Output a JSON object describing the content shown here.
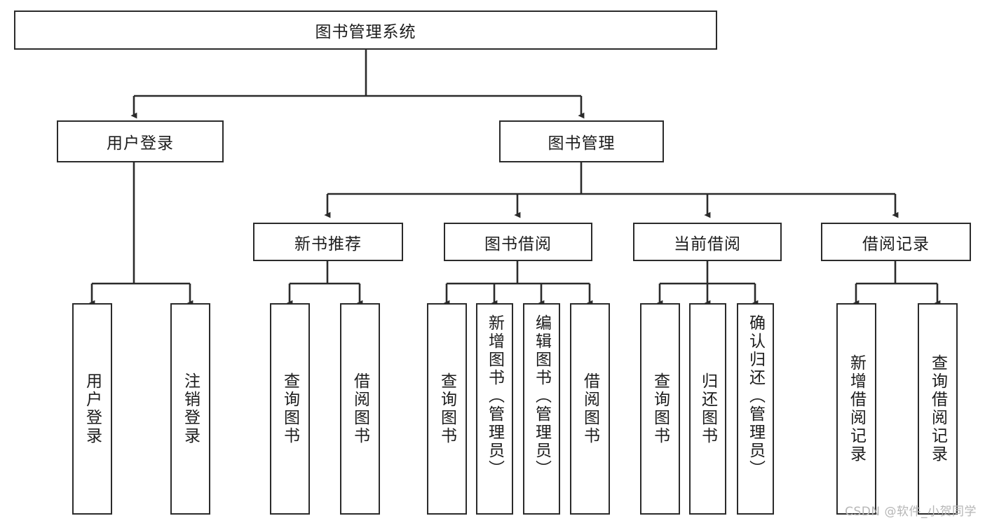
{
  "diagram": {
    "title": "图书管理系统",
    "type": "hierarchy-tree",
    "root": {
      "label": "图书管理系统"
    },
    "level2": [
      {
        "label": "用户登录"
      },
      {
        "label": "图书管理"
      }
    ],
    "level3": [
      {
        "label": "新书推荐"
      },
      {
        "label": "图书借阅"
      },
      {
        "label": "当前借阅"
      },
      {
        "label": "借阅记录"
      }
    ],
    "leaves": {
      "user_login": [
        {
          "label": "用户登录"
        },
        {
          "label": "注销登录"
        }
      ],
      "new_book_recommend": [
        {
          "label": "查询图书"
        },
        {
          "label": "借阅图书"
        }
      ],
      "book_borrow": [
        {
          "label": "查询图书"
        },
        {
          "label": "新增图书（管理员）"
        },
        {
          "label": "编辑图书（管理员）"
        },
        {
          "label": "借阅图书"
        }
      ],
      "current_borrow": [
        {
          "label": "查询图书"
        },
        {
          "label": "归还图书"
        },
        {
          "label": "确认归还（管理员）"
        }
      ],
      "borrow_records": [
        {
          "label": "新增借阅记录"
        },
        {
          "label": "查询借阅记录"
        }
      ]
    }
  },
  "watermark": {
    "text": "CSDN @软件_小贺同学"
  },
  "colors": {
    "stroke": "#2b2b2b",
    "fill": "#ffffff",
    "text": "#1c1c1c",
    "watermark": "#b6b6b6"
  }
}
